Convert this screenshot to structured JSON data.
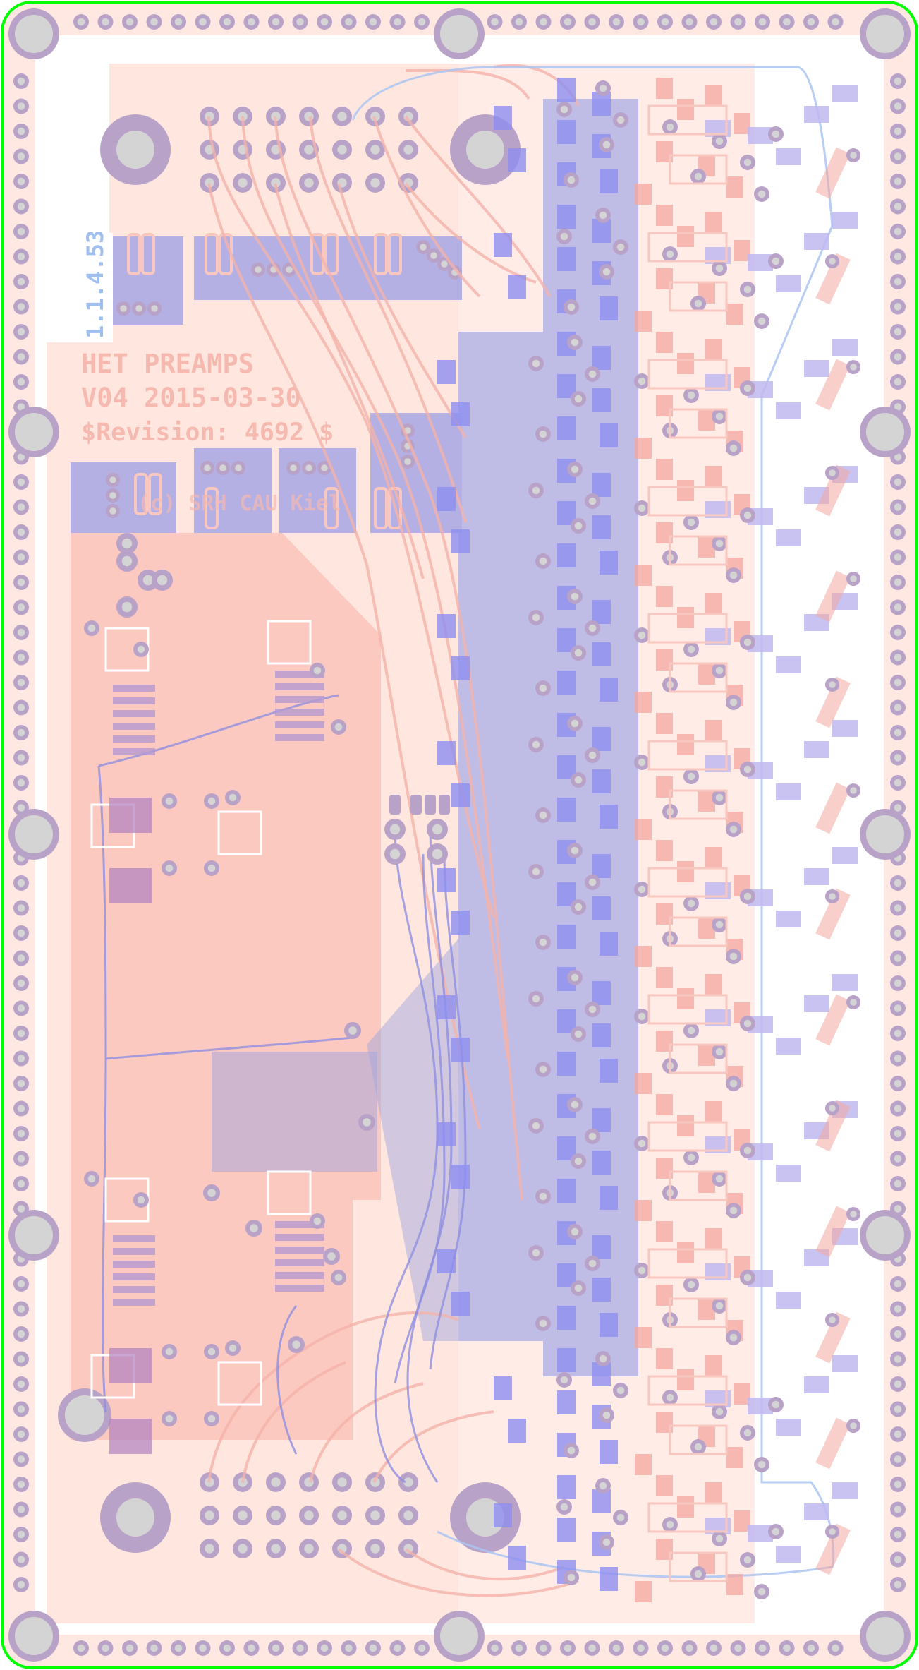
{
  "colors": {
    "background": "#ffffff",
    "outline": "#00ff00",
    "top_copper": "#f4a7a0",
    "top_pour": "#ffe7e0",
    "bottom_copper": "#8e8ef0",
    "via_ring": "#b9a2c8",
    "hole": "#d4d4d4",
    "silk": "#f7c7c0",
    "bottom_trace": "#9fb6ee",
    "white_silk": "#ffffff"
  },
  "silkscreen": {
    "title": "HET PREAMPS",
    "version": "V04 2015-03-30",
    "revision": "$Revision: 4692 $",
    "copyright": "(c) SRH CAU Kiel",
    "edge_code": "1.1.4.53"
  },
  "icons": {
    "mounting_hole": "circle-ring-icon",
    "via": "small-ring-icon"
  }
}
